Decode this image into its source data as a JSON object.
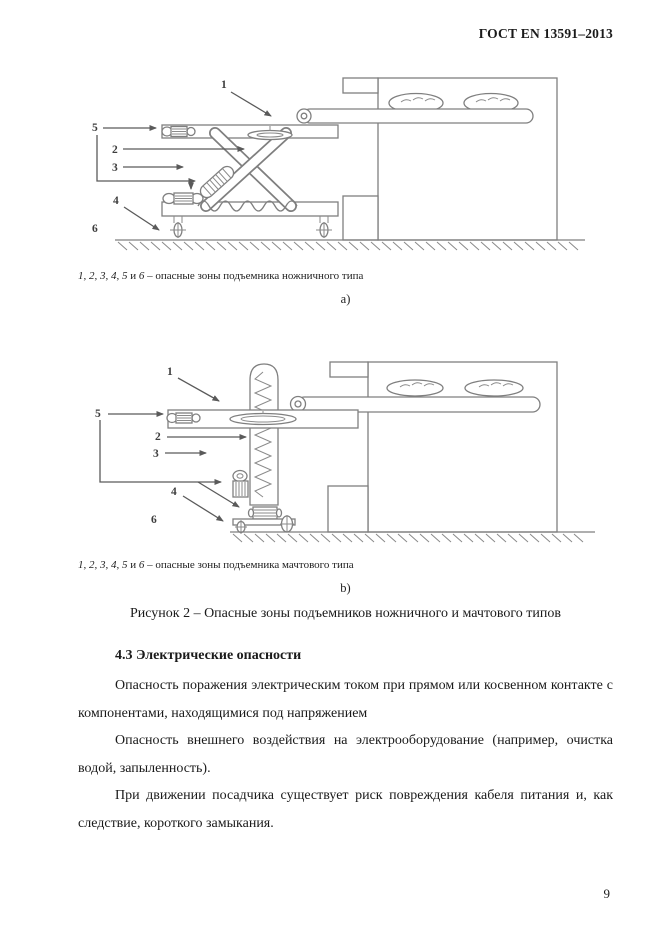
{
  "page": {
    "header": "ГОСТ EN 13591–2013",
    "page_number": "9"
  },
  "colors": {
    "ink": "#1a1a1a",
    "diagram_line": "#7f7f7f",
    "arrow": "#5a5a5a"
  },
  "figure_a": {
    "labels": [
      "1",
      "2",
      "3",
      "4",
      "5",
      "6"
    ],
    "caption_nums": "1, 2, 3, 4, 5",
    "caption_and": " и ",
    "caption_num6": "6",
    "caption_rest": " – опасные зоны подъемника ножничного типа",
    "sub_label": "а)"
  },
  "figure_b": {
    "labels": [
      "1",
      "2",
      "3",
      "4",
      "5",
      "6"
    ],
    "caption_nums": "1, 2, 3, 4, 5",
    "caption_and": " и ",
    "caption_num6": "6",
    "caption_rest": " – опасные зоны подъемника мачтового типа",
    "sub_label": "b)"
  },
  "figure_title": "Рисунок 2 – Опасные зоны подъемников ножничного и мачтового типов",
  "section": {
    "heading": "4.3 Электрические опасности",
    "paragraphs": [
      "Опасность поражения электрическим током при прямом или косвенном контакте с компонентами, находящимися под напряжением",
      "Опасность внешнего воздействия на электрооборудование (например, очистка водой, запыленность).",
      "При движении посадчика существует риск повреждения кабеля питания и, как следствие, короткого замыкания."
    ]
  }
}
